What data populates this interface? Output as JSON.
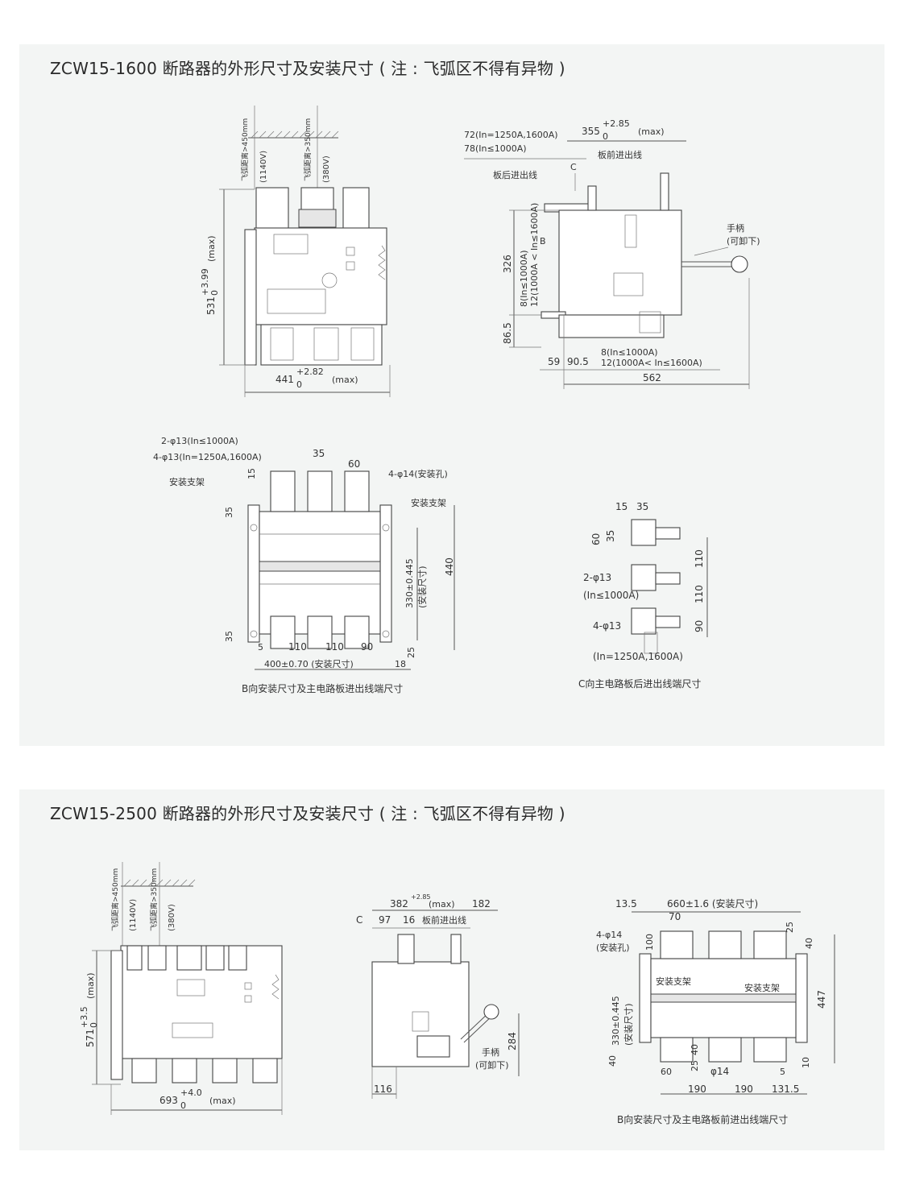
{
  "sections": [
    {
      "title": "ZCW15-1600 断路器的外形尺寸及安装尺寸 ( 注 : 飞弧区不得有异物 )",
      "front_view": {
        "arc_labels": [
          "飞弧距离>450mm",
          "飞弧距离>350mm"
        ],
        "voltage_labels": [
          "(1140V)",
          "(380V)"
        ],
        "height_dim": {
          "main": "531",
          "sup": "+3.99",
          "sub": "0",
          "suffix": "(max)"
        },
        "width_dim": {
          "main": "441",
          "sup": "+2.82",
          "sub": "0",
          "suffix": "(max)"
        }
      },
      "side_view": {
        "top_dim": {
          "main": "355",
          "sup": "+2.85",
          "sub": "0",
          "suffix": "(max)"
        },
        "labels": [
          "72(In=1250A,1600A)",
          "78(In≤1000A)",
          "板前进出线",
          "板后进出线",
          "C",
          "B",
          "手柄",
          "(可卸下)",
          "326",
          "8(In≤1000A)",
          "12(1000A < In≤1600A)",
          "86.5",
          "59",
          "90.5",
          "8(In≤1000A)",
          "12(1000A< In≤1600A)",
          "562"
        ]
      },
      "b_view": {
        "labels": [
          "2-φ13(In≤1000A)",
          "4-φ13(In=1250A,1600A)",
          "安装支架",
          "35",
          "60",
          "4-φ14(安装孔)",
          "安装支架",
          "15",
          "35",
          "330±0.445",
          "(安装尺寸)",
          "440",
          "35",
          "5",
          "110",
          "110",
          "90",
          "25",
          "400±0.70 (安装尺寸)",
          "18"
        ],
        "caption": "B向安装尺寸及主电路板进出线端尺寸"
      },
      "c_view": {
        "labels": [
          "15",
          "35",
          "60",
          "35",
          "110",
          "2-φ13",
          "(In≤1000A)",
          "110",
          "4-φ13",
          "90",
          "(In=1250A,1600A)"
        ],
        "caption": "C向主电路板后进出线端尺寸"
      }
    },
    {
      "title": "ZCW15-2500 断路器的外形尺寸及安装尺寸 ( 注 : 飞弧区不得有异物 )",
      "front_view": {
        "arc_labels": [
          "飞弧距离>450mm",
          "飞弧距离>350mm"
        ],
        "voltage_labels": [
          "(1140V)",
          "(380V)"
        ],
        "height_dim": {
          "main": "571",
          "sup": "+3.5",
          "sub": "0",
          "suffix": "(max)"
        },
        "width_dim": {
          "main": "693",
          "sup": "+4.0",
          "sub": "0",
          "suffix": "(max)"
        }
      },
      "side_view": {
        "top_dim": {
          "main": "382",
          "sup": "+2.85",
          "suffix": "(max)"
        },
        "labels": [
          "182",
          "C",
          "97",
          "16",
          "板前进出线",
          "手柄",
          "(可卸下)",
          "284",
          "116"
        ]
      },
      "b_view": {
        "labels": [
          "13.5",
          "660±1.6 (安装尺寸)",
          "70",
          "25",
          "4-φ14",
          "(安装孔)",
          "100",
          "40",
          "安装支架",
          "安装支架",
          "447",
          "330±0.445",
          "(安装尺寸)",
          "40",
          "60",
          "25",
          "40",
          "φ14",
          "5",
          "10",
          "190",
          "190",
          "131.5"
        ],
        "caption": "B向安装尺寸及主电路板前进出线端尺寸"
      }
    }
  ]
}
